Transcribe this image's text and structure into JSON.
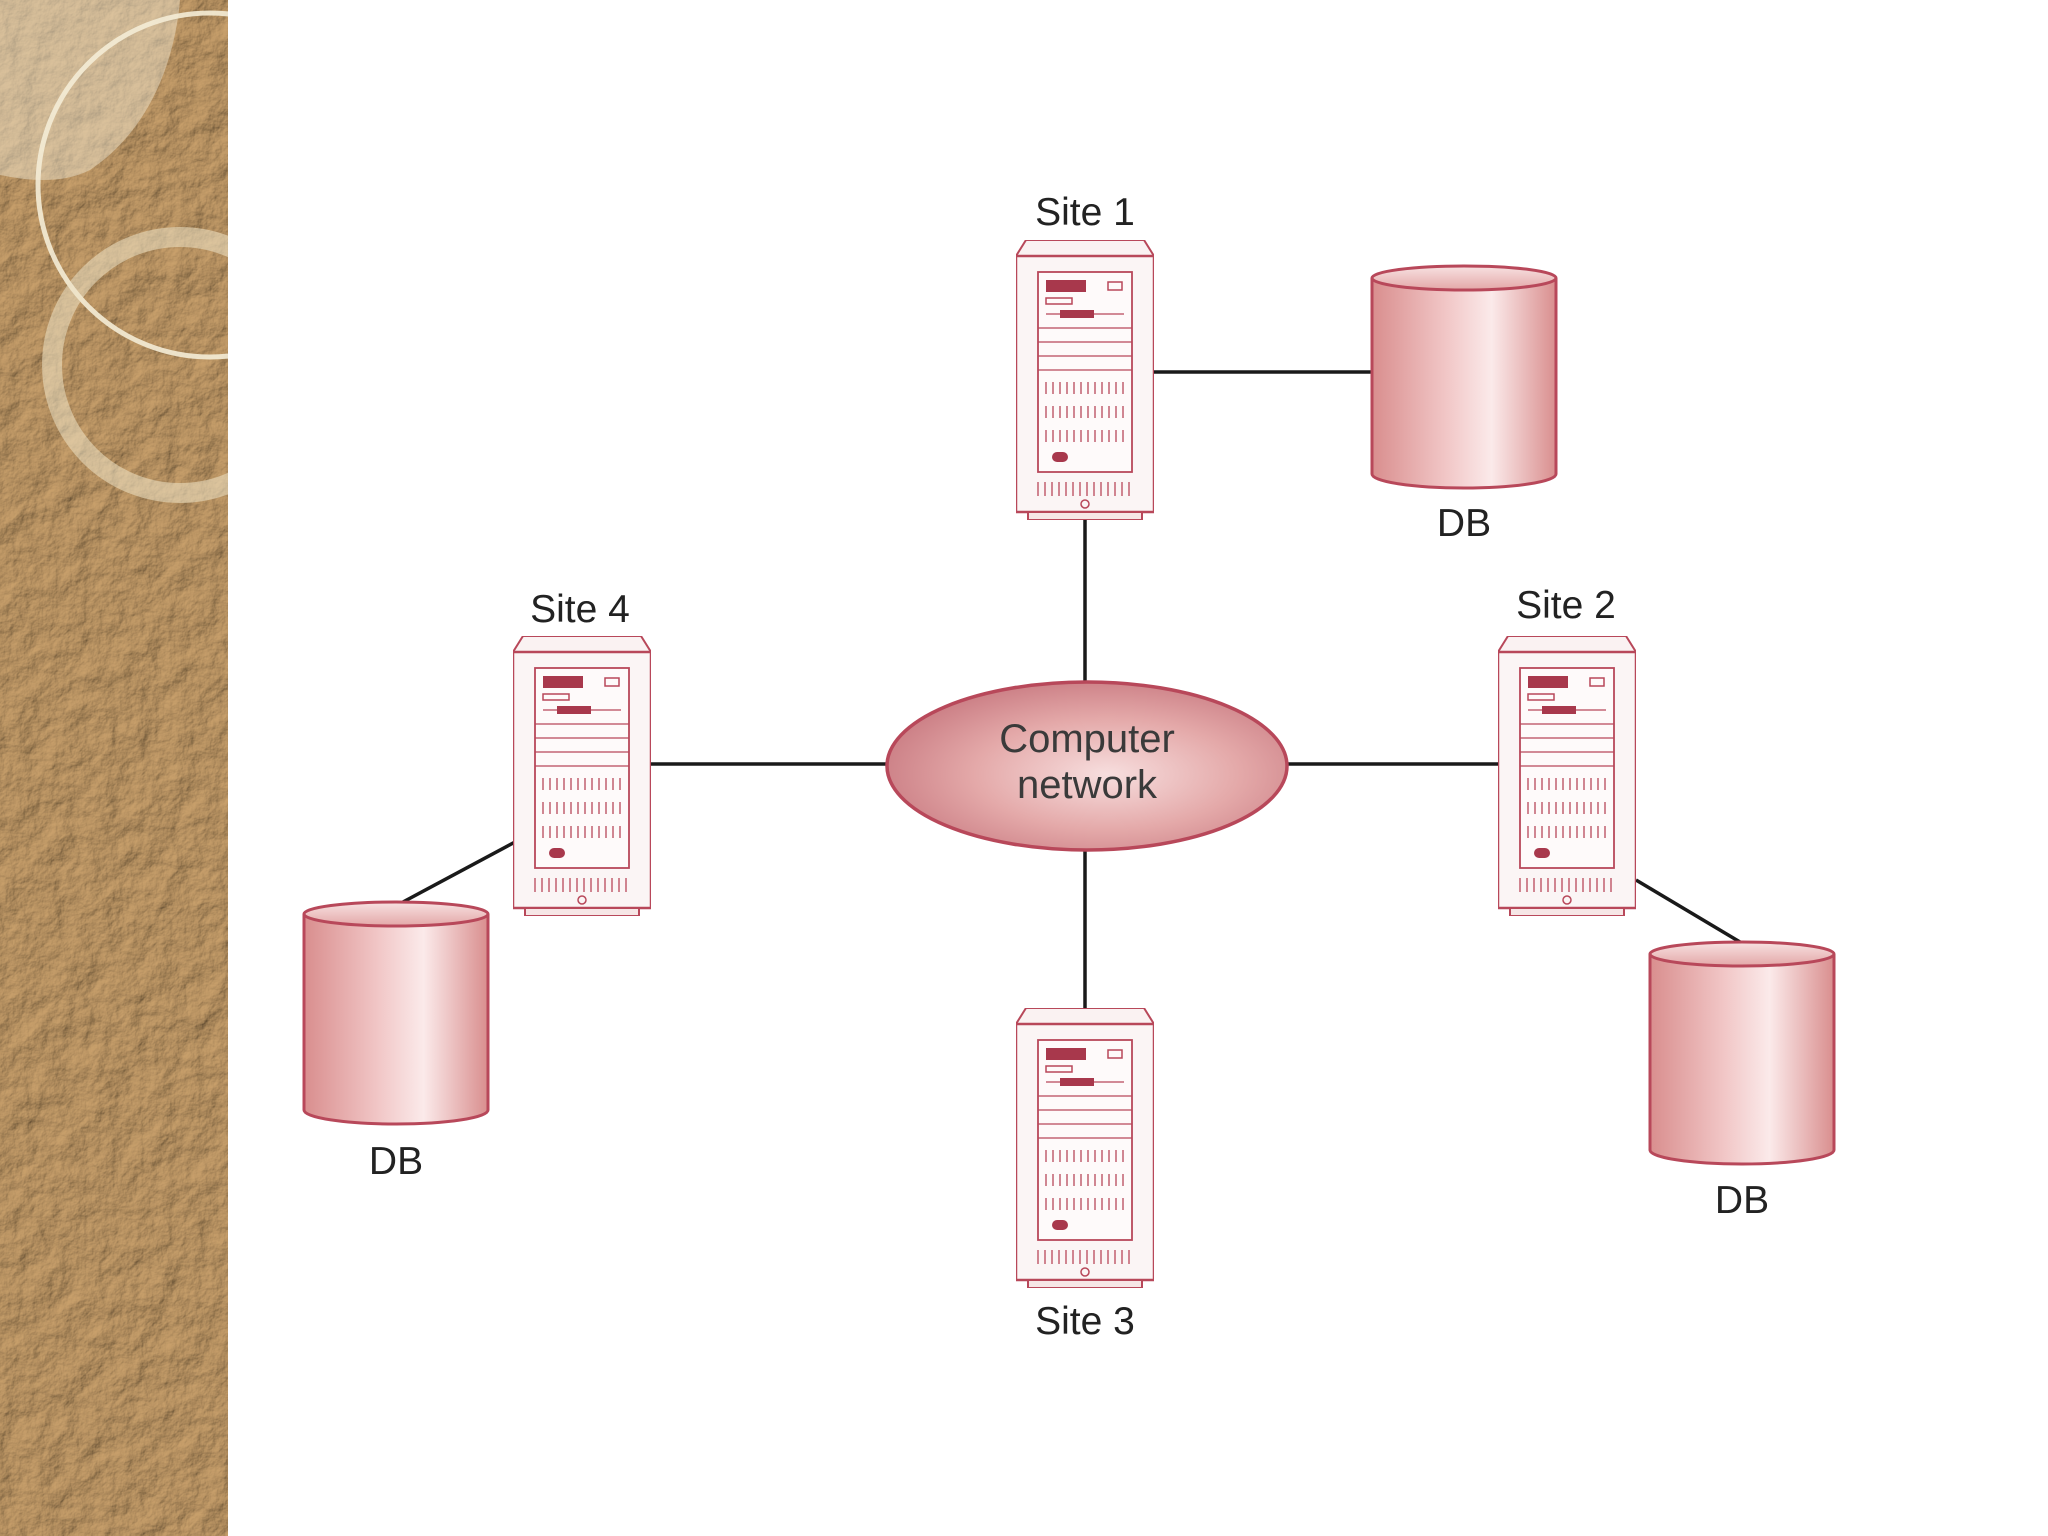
{
  "diagram": {
    "nodes": {
      "site1": {
        "label": "Site 1"
      },
      "site2": {
        "label": "Site 2"
      },
      "site3": {
        "label": "Site 3"
      },
      "site4": {
        "label": "Site 4"
      },
      "db1": {
        "label": "DB"
      },
      "db2": {
        "label": "DB"
      },
      "db4": {
        "label": "DB"
      },
      "network": {
        "line1": "Computer",
        "line2": "network"
      }
    },
    "edges": [
      {
        "from": "site1",
        "to": "network"
      },
      {
        "from": "site2",
        "to": "network"
      },
      {
        "from": "site3",
        "to": "network"
      },
      {
        "from": "site4",
        "to": "network"
      },
      {
        "from": "site1",
        "to": "db1"
      },
      {
        "from": "site2",
        "to": "db2"
      },
      {
        "from": "site4",
        "to": "db4"
      }
    ]
  },
  "colors": {
    "accent_fill": "#e8b2b2",
    "accent_stroke": "#b8485a",
    "sidebar_texture": "#b08a5c"
  }
}
